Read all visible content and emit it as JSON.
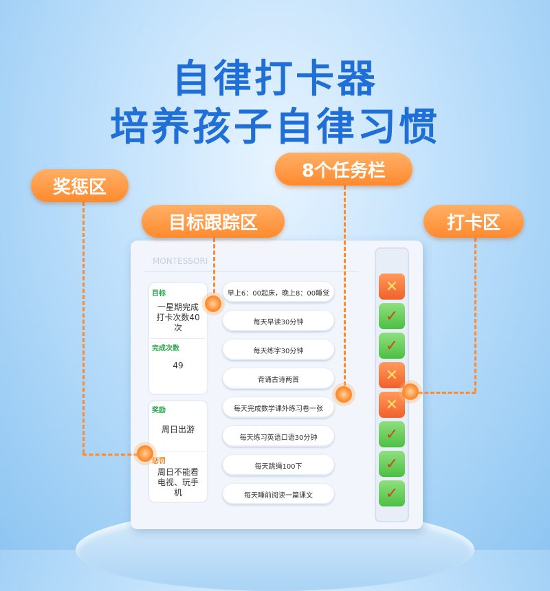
{
  "headline": {
    "line1": "自律打卡器",
    "line2": "培养孩子自律习惯"
  },
  "callouts": {
    "reward": "奖惩区",
    "goal": "目标跟踪区",
    "tasks": "8个任务栏",
    "checkin": "打卡区"
  },
  "device": {
    "brand_text": "MONTESSORI",
    "goal_panel": {
      "label": "目标",
      "text": "一星期完成\n打卡次数40\n次",
      "progress_label": "完成次数",
      "progress_value": "49"
    },
    "reward_panel": {
      "label": "奖励",
      "text": "周日出游",
      "penalty_label": "惩罚",
      "penalty_text": "周日不能看\n电视、玩手\n机"
    },
    "tasks": [
      "早上6：00起床，晚上8：00睡觉",
      "每天早读30分钟",
      "每天练字30分钟",
      "背诵古诗两首",
      "每天完成数学课外练习卷一张",
      "每天练习英语口语30分钟",
      "每天跳绳100下",
      "每天睡前阅读一篇课文"
    ],
    "checkin_buttons": [
      {
        "state": "cross",
        "symbol": "✕"
      },
      {
        "state": "check",
        "symbol": "✓"
      },
      {
        "state": "check",
        "symbol": "✓"
      },
      {
        "state": "cross",
        "symbol": "✕"
      },
      {
        "state": "cross",
        "symbol": "✕"
      },
      {
        "state": "check",
        "symbol": "✓"
      },
      {
        "state": "check",
        "symbol": "✓"
      },
      {
        "state": "check",
        "symbol": "✓"
      }
    ]
  }
}
